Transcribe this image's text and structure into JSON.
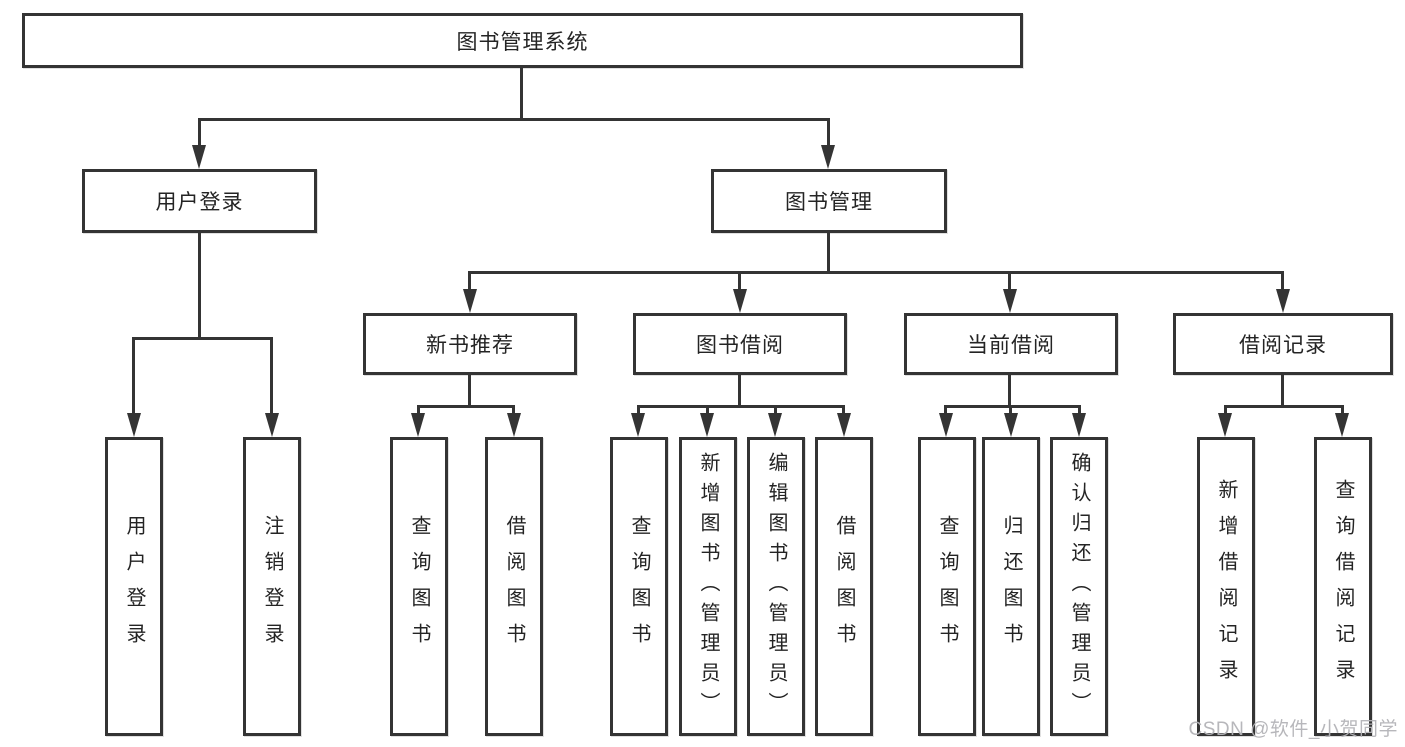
{
  "colors": {
    "line": "#343434",
    "text": "#242424",
    "bg": "#ffffff",
    "box_bg": "#ffffff",
    "watermark": "#b4b4b8"
  },
  "tree": {
    "root": {
      "label": "图书管理系统"
    },
    "branches": [
      {
        "label": "用户登录",
        "children": [
          {
            "label": "用户登录"
          },
          {
            "label": "注销登录"
          }
        ]
      },
      {
        "label": "图书管理",
        "groups": [
          {
            "label": "新书推荐",
            "children": [
              {
                "label": "查询图书"
              },
              {
                "label": "借阅图书"
              }
            ]
          },
          {
            "label": "图书借阅",
            "children": [
              {
                "label": "查询图书"
              },
              {
                "label": "新增图书（管理员）"
              },
              {
                "label": "编辑图书（管理员）"
              },
              {
                "label": "借阅图书"
              }
            ]
          },
          {
            "label": "当前借阅",
            "children": [
              {
                "label": "查询图书"
              },
              {
                "label": "归还图书"
              },
              {
                "label": "确认归还（管理员）"
              }
            ]
          },
          {
            "label": "借阅记录",
            "children": [
              {
                "label": "新增借阅记录"
              },
              {
                "label": "查询借阅记录"
              }
            ]
          }
        ]
      }
    ]
  },
  "watermark": {
    "text": "CSDN @软件_小贺同学"
  }
}
